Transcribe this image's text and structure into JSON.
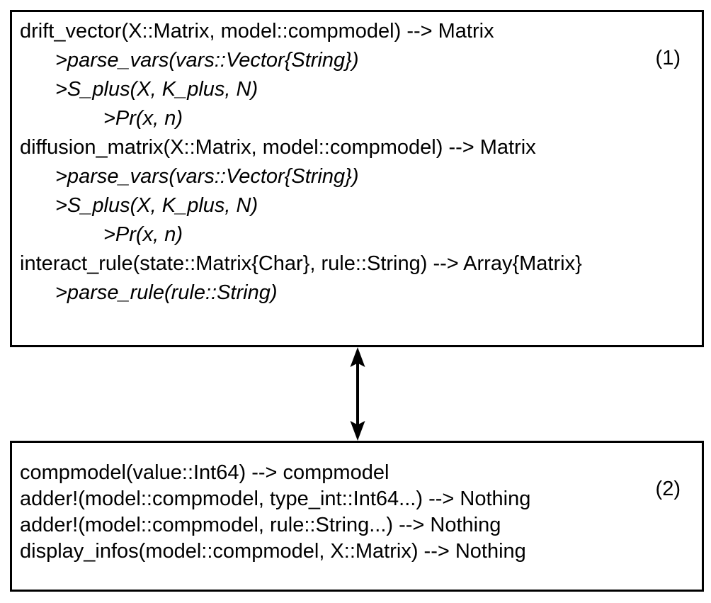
{
  "diagram": {
    "colors": {
      "ink": "#000000",
      "background": "#ffffff"
    },
    "boxes": [
      {
        "label": "(1)",
        "lines": [
          {
            "text": "drift_vector(X::Matrix, model::compmodel) --> Matrix",
            "indent": 0,
            "italic": false
          },
          {
            "text": ">parse_vars(vars::Vector{String})",
            "indent": 1,
            "italic": true
          },
          {
            "text": ">S_plus(X, K_plus, N)",
            "indent": 1,
            "italic": true
          },
          {
            "text": ">Pr(x, n)",
            "indent": 2,
            "italic": true
          },
          {
            "text": "diffusion_matrix(X::Matrix, model::compmodel) --> Matrix",
            "indent": 0,
            "italic": false
          },
          {
            "text": ">parse_vars(vars::Vector{String})",
            "indent": 1,
            "italic": true
          },
          {
            "text": ">S_plus(X, K_plus, N)",
            "indent": 1,
            "italic": true
          },
          {
            "text": ">Pr(x, n)",
            "indent": 2,
            "italic": true
          },
          {
            "text": "interact_rule(state::Matrix{Char}, rule::String) --> Array{Matrix}",
            "indent": 0,
            "italic": false
          },
          {
            "text": ">parse_rule(rule::String)",
            "indent": 1,
            "italic": true
          }
        ]
      },
      {
        "label": "(2)",
        "lines": [
          {
            "text": "compmodel(value::Int64) --> compmodel",
            "indent": 0,
            "italic": false
          },
          {
            "text": "adder!(model::compmodel, type_int::Int64...) --> Nothing",
            "indent": 0,
            "italic": false
          },
          {
            "text": "adder!(model::compmodel, rule::String...) --> Nothing",
            "indent": 0,
            "italic": false
          },
          {
            "text": "display_infos(model::compmodel, X::Matrix) --> Nothing",
            "indent": 0,
            "italic": false
          }
        ]
      }
    ],
    "connector": {
      "type": "double-headed-arrow",
      "direction": "vertical"
    }
  }
}
